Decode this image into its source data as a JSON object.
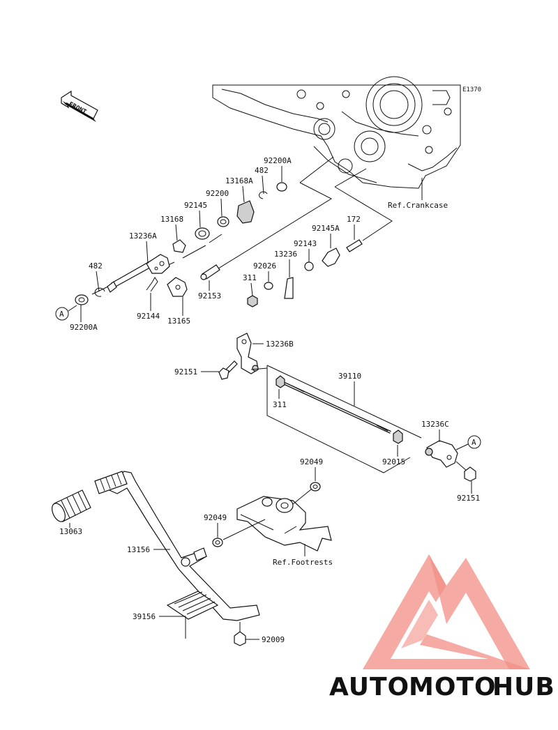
{
  "diagram": {
    "code": "E1370",
    "front_label": "FRONT",
    "circle_ref": "A",
    "refs": {
      "crankcase": "Ref.Crankcase",
      "footrests": "Ref.Footrests"
    },
    "parts": {
      "p92200A_top": "92200A",
      "p482_top": "482",
      "p13168A": "13168A",
      "p92200": "92200",
      "p92145": "92145",
      "p13168": "13168",
      "p13236A": "13236A",
      "p482_left": "482",
      "p92200A_left": "92200A",
      "p92144": "92144",
      "p13165": "13165",
      "p92153": "92153",
      "p311_top": "311",
      "p92026": "92026",
      "p13236": "13236",
      "p92143": "92143",
      "p92145A": "92145A",
      "p172": "172",
      "p13236B": "13236B",
      "p92151_left": "92151",
      "p39110": "39110",
      "p311_mid": "311",
      "p13236C": "13236C",
      "p92015": "92015",
      "p92151_right": "92151",
      "p92049_top": "92049",
      "p92049_mid": "92049",
      "p13063": "13063",
      "p13156": "13156",
      "p39156": "39156",
      "p92009": "92009"
    }
  },
  "watermark": {
    "brand_part1": "AUTO",
    "brand_part2": "MOTO",
    "brand_part3": "HUB",
    "color_orange": "#f4b183",
    "color_red": "#f08a80",
    "color_gray": "#8c8c8c"
  }
}
